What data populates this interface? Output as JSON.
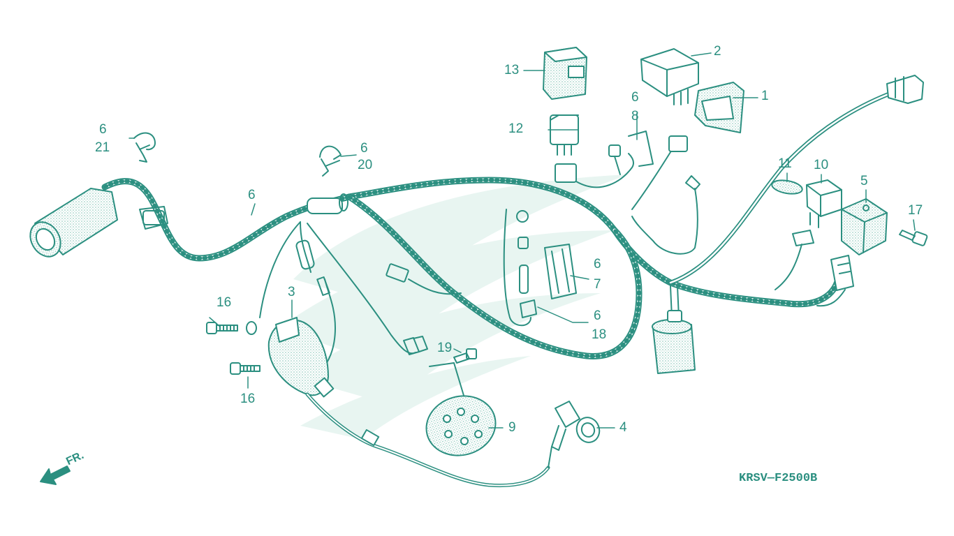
{
  "diagram": {
    "drawing_code": "KRSV—F2500B",
    "front_marker": "FR.",
    "colors": {
      "line": "#2b8f80",
      "watermark": "#e8f5f1",
      "fill_dots": "#7fc2b4"
    },
    "callouts": [
      {
        "id": "c1",
        "label": "1"
      },
      {
        "id": "c2",
        "label": "2"
      },
      {
        "id": "c3",
        "label": "3"
      },
      {
        "id": "c4",
        "label": "4"
      },
      {
        "id": "c5",
        "label": "5"
      },
      {
        "id": "c6a",
        "label": "6"
      },
      {
        "id": "c6b",
        "label": "6"
      },
      {
        "id": "c6c",
        "label": "6"
      },
      {
        "id": "c6d",
        "label": "6"
      },
      {
        "id": "c6e",
        "label": "6"
      },
      {
        "id": "c6f",
        "label": "6"
      },
      {
        "id": "c7",
        "label": "7"
      },
      {
        "id": "c8",
        "label": "8"
      },
      {
        "id": "c9",
        "label": "9"
      },
      {
        "id": "c10",
        "label": "10"
      },
      {
        "id": "c11",
        "label": "11"
      },
      {
        "id": "c12",
        "label": "12"
      },
      {
        "id": "c13",
        "label": "13"
      },
      {
        "id": "c16a",
        "label": "16"
      },
      {
        "id": "c16b",
        "label": "16"
      },
      {
        "id": "c17",
        "label": "17"
      },
      {
        "id": "c18",
        "label": "18"
      },
      {
        "id": "c19",
        "label": "19"
      },
      {
        "id": "c20",
        "label": "20"
      },
      {
        "id": "c21",
        "label": "21"
      }
    ]
  }
}
